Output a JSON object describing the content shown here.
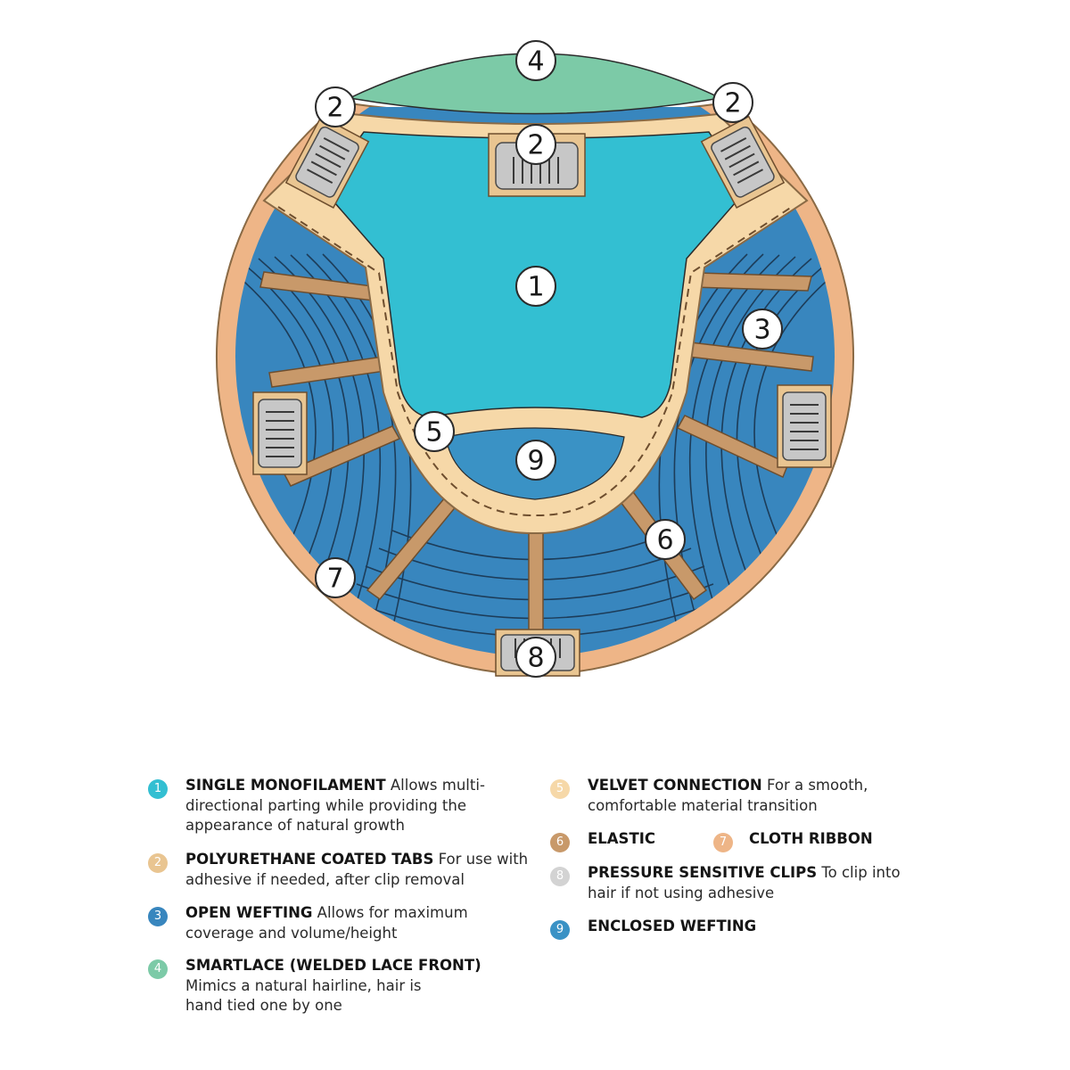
{
  "colors": {
    "monofilament": "#33bfd2",
    "tabs": "#e9c591",
    "open_wefting": "#3886be",
    "smartlace": "#7ccaa7",
    "velvet": "#f6d8a8",
    "elastic": "#c8996a",
    "cloth_ribbon": "#eeb587",
    "clips": "#d3d3d3",
    "enclosed_wefting": "#3a92c5"
  },
  "callouts": [
    {
      "num": "1"
    },
    {
      "num": "2"
    },
    {
      "num": "2"
    },
    {
      "num": "2"
    },
    {
      "num": "3"
    },
    {
      "num": "4"
    },
    {
      "num": "5"
    },
    {
      "num": "6"
    },
    {
      "num": "7"
    },
    {
      "num": "8"
    },
    {
      "num": "9"
    }
  ],
  "legend": {
    "item1": {
      "num": "1",
      "title": "SINGLE MONOFILAMENT",
      "desc1": " Allows multi-",
      "desc2": "directional parting while providing the",
      "desc3": "appearance of natural growth"
    },
    "item2": {
      "num": "2",
      "title": "POLYURETHANE COATED TABS",
      "desc1": " For use with",
      "desc2": "adhesive if needed, after clip removal"
    },
    "item3": {
      "num": "3",
      "title": "OPEN WEFTING",
      "desc1": " Allows for maximum",
      "desc2": "coverage and volume/height"
    },
    "item4": {
      "num": "4",
      "title": "SMARTLACE (WELDED LACE FRONT)",
      "desc2": "Mimics a natural hairline, hair is",
      "desc3": "hand tied one by one"
    },
    "item5": {
      "num": "5",
      "title": "VELVET CONNECTION",
      "desc1": " For a smooth,",
      "desc2": "comfortable material transition"
    },
    "item6": {
      "num": "6",
      "title": "ELASTIC"
    },
    "item7": {
      "num": "7",
      "title": "CLOTH RIBBON"
    },
    "item8": {
      "num": "8",
      "title": "PRESSURE SENSITIVE CLIPS",
      "desc1": " To clip into",
      "desc2": "hair if not using adhesive"
    },
    "item9": {
      "num": "9",
      "title": "ENCLOSED WEFTING"
    }
  }
}
